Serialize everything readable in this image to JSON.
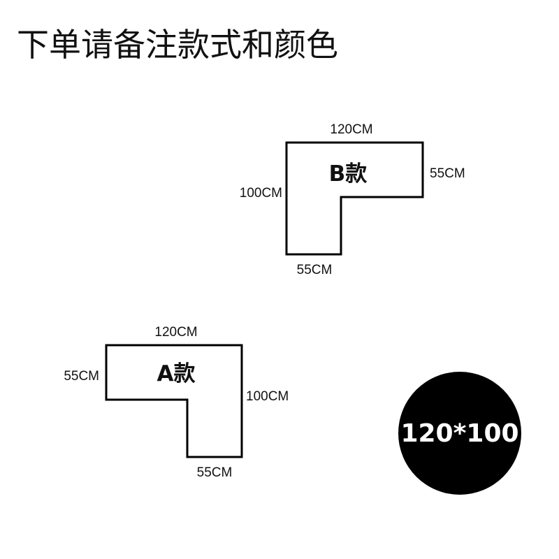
{
  "heading": "下单请备注款式和颜色",
  "shapes": {
    "b": {
      "name": "B款",
      "top_width": "120CM",
      "right_arm_height": "55CM",
      "left_height": "100CM",
      "bottom_width": "55CM"
    },
    "a": {
      "name": "A款",
      "top_width": "120CM",
      "left_arm_height": "55CM",
      "right_height": "100CM",
      "bottom_width": "55CM"
    }
  },
  "size_badge": "120*100",
  "colors": {
    "outline": "#000000",
    "badge_fill": "#000000",
    "badge_text": "#ffffff",
    "text": "#111111"
  }
}
